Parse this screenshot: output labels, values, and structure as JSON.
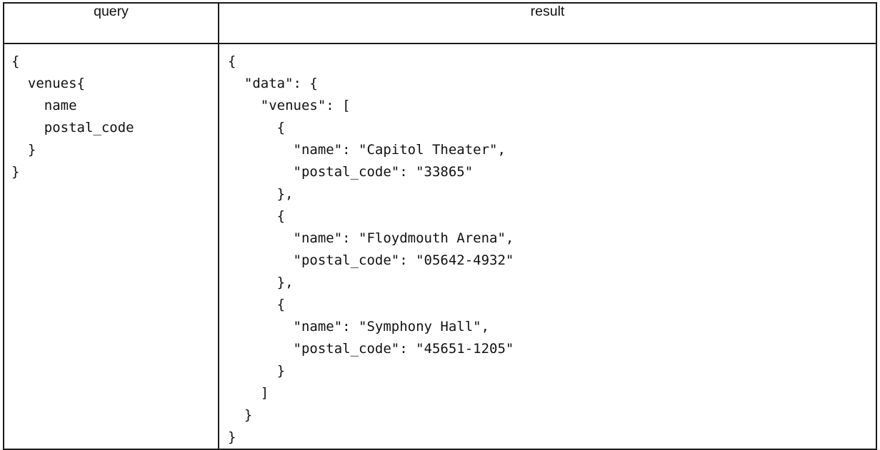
{
  "table": {
    "headers": {
      "query": "query",
      "result": "result"
    },
    "header_background": "#F7E3A1",
    "border_color": "#1A1A1A",
    "text_color": "#111111"
  },
  "query_cell": {
    "language": "graphql",
    "code": "{\n  venues{\n    name\n    postal_code\n  }\n}"
  },
  "result_cell": {
    "language": "json",
    "code": "{\n  \"data\": {\n    \"venues\": [\n      {\n        \"name\": \"Capitol Theater\",\n        \"postal_code\": \"33865\"\n      },\n      {\n        \"name\": \"Floydmouth Arena\",\n        \"postal_code\": \"05642-4932\"\n      },\n      {\n        \"name\": \"Symphony Hall\",\n        \"postal_code\": \"45651-1205\"\n      }\n    ]\n  }\n}",
    "venues": [
      {
        "name": "Capitol Theater",
        "postal_code": "33865"
      },
      {
        "name": "Floydmouth Arena",
        "postal_code": "05642-4932"
      },
      {
        "name": "Symphony Hall",
        "postal_code": "45651-1205"
      }
    ]
  }
}
